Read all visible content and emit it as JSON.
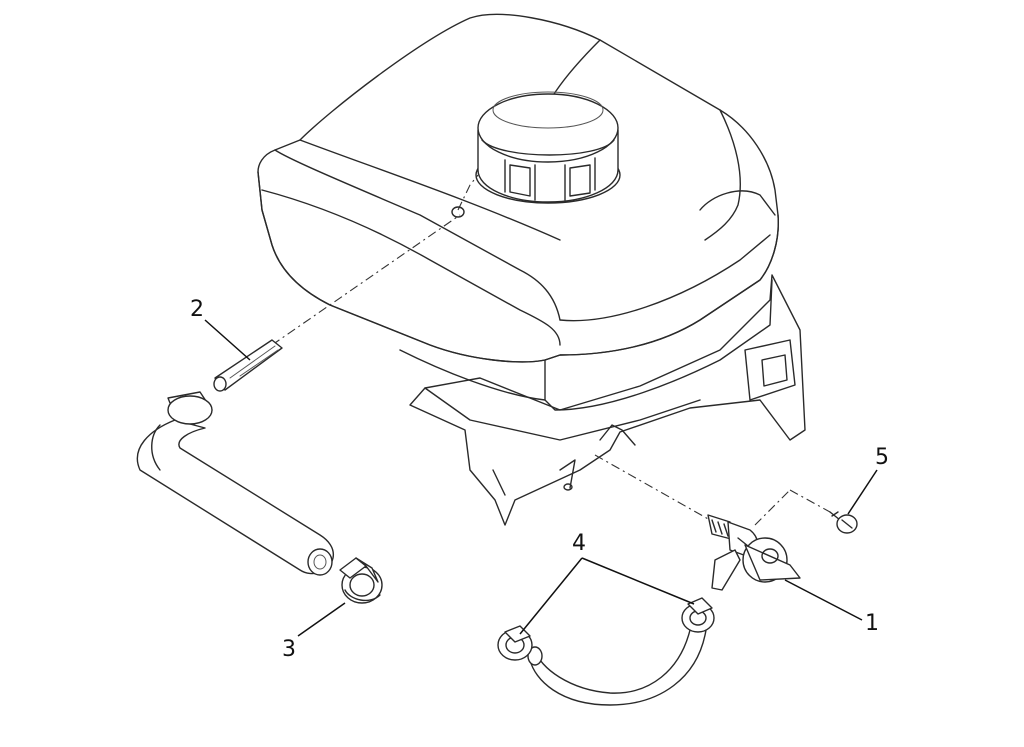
{
  "callouts": [
    {
      "id": "1",
      "part": "fuel-cock"
    },
    {
      "id": "2",
      "part": "pipe"
    },
    {
      "id": "3",
      "part": "hose-clamp"
    },
    {
      "id": "4",
      "part": "hose-clamp-pair"
    },
    {
      "id": "5",
      "part": "screw"
    }
  ]
}
